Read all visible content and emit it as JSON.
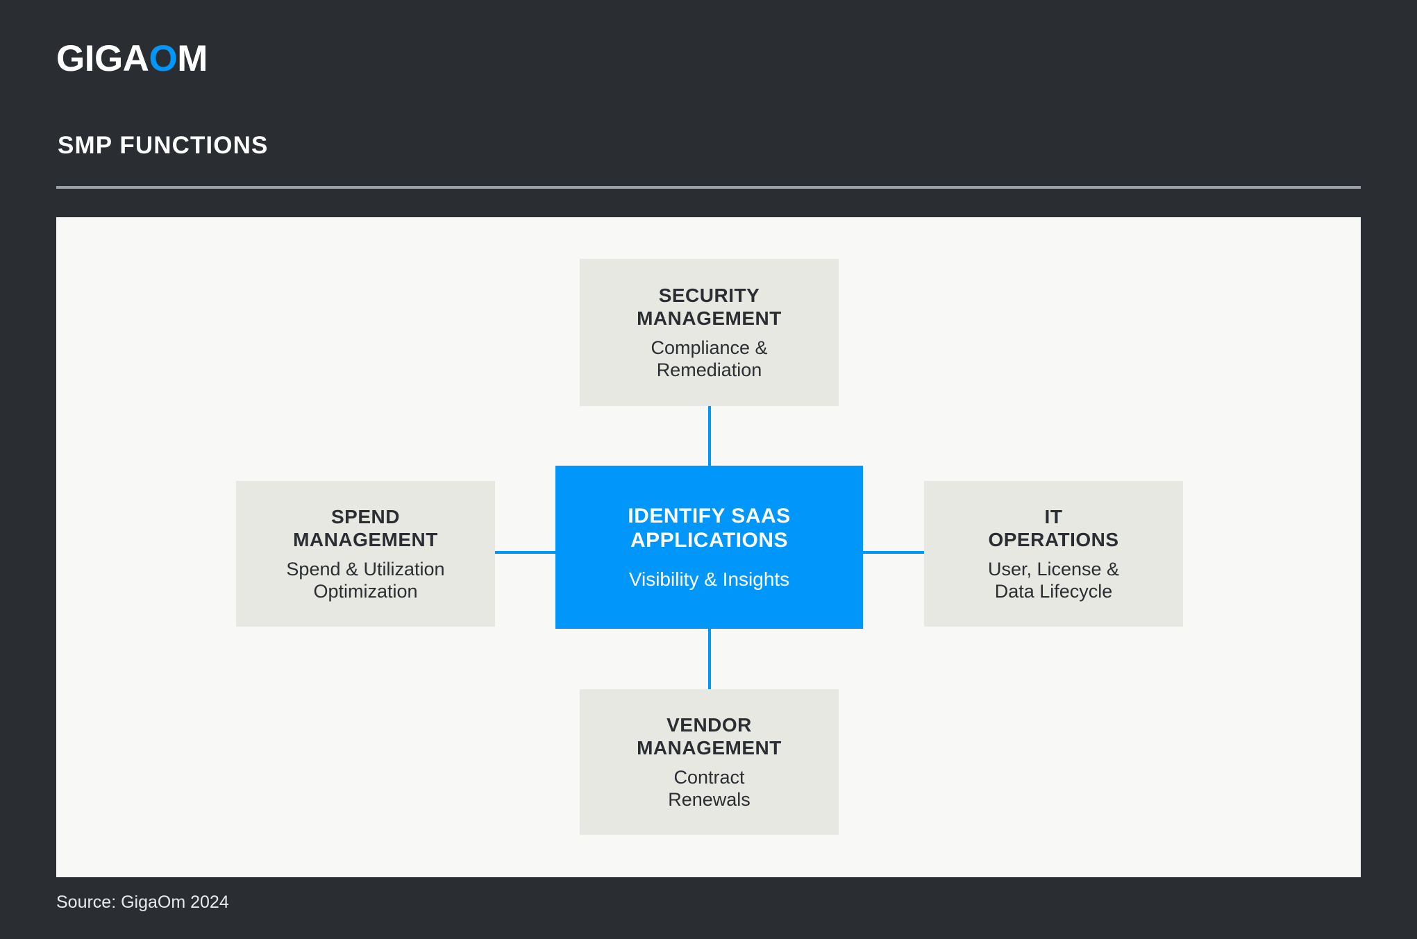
{
  "header": {
    "logo_text_before": "GIGA",
    "logo_text_o": "O",
    "logo_text_after": "M",
    "logo_full": "GIGAOM",
    "title": "SMP FUNCTIONS"
  },
  "footer": {
    "source": "Source: GigaOm 2024"
  },
  "colors": {
    "background": "#2a2e33",
    "canvas": "#f8f8f7",
    "accent_blue": "#0096fa",
    "node_grey": "#e8e8e3",
    "text_dark": "#2a2e33",
    "text_light": "#ffffff",
    "rule": "#9aa0a6"
  },
  "chart_data": {
    "type": "diagram",
    "title": "SMP FUNCTIONS",
    "layout": "hub-and-spoke",
    "center": {
      "id": "identify-saas-applications",
      "title": "IDENTIFY SAAS\nAPPLICATIONS",
      "subtitle": "Visibility & Insights",
      "style": "blue"
    },
    "nodes": [
      {
        "id": "security-management",
        "position": "top",
        "title": "SECURITY\nMANAGEMENT",
        "subtitle": "Compliance &\nRemediation",
        "style": "grey"
      },
      {
        "id": "spend-management",
        "position": "left",
        "title": "SPEND\nMANAGEMENT",
        "subtitle": "Spend & Utilization\nOptimization",
        "style": "grey"
      },
      {
        "id": "it-operations",
        "position": "right",
        "title": "IT\nOPERATIONS",
        "subtitle": "User, License &\nData Lifecycle",
        "style": "grey"
      },
      {
        "id": "vendor-management",
        "position": "bottom",
        "title": "VENDOR\nMANAGEMENT",
        "subtitle": "Contract\nRenewals",
        "style": "grey"
      }
    ],
    "connectors": [
      {
        "from": "identify-saas-applications",
        "to": "security-management",
        "orientation": "vertical"
      },
      {
        "from": "identify-saas-applications",
        "to": "vendor-management",
        "orientation": "vertical"
      },
      {
        "from": "identify-saas-applications",
        "to": "spend-management",
        "orientation": "horizontal"
      },
      {
        "from": "identify-saas-applications",
        "to": "it-operations",
        "orientation": "horizontal"
      }
    ],
    "source": "Source: GigaOm 2024"
  }
}
